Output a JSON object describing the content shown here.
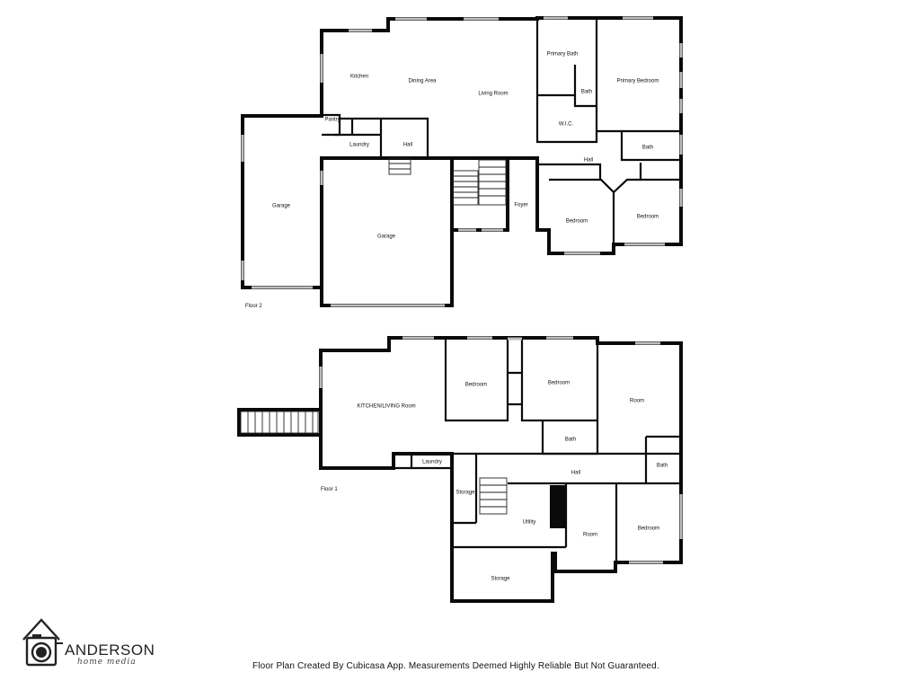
{
  "floor2": {
    "label": "Floor 2",
    "rooms": {
      "kitchen": "Kitchen",
      "dining": "Dining Area",
      "living": "Living Room",
      "primary_bath": "Primary Bath",
      "bath_small": "Bath",
      "primary_bedroom": "Primary Bedroom",
      "pantry": "Pantry",
      "laundry": "Laundry",
      "hall1": "Hall",
      "wic": "W.I.C.",
      "bath2": "Bath",
      "hall2": "Hall",
      "garage_left": "Garage",
      "garage_main": "Garage",
      "foyer": "Foyer",
      "bedroom_a": "Bedroom",
      "bedroom_b": "Bedroom"
    }
  },
  "floor1": {
    "label": "Floor 1",
    "rooms": {
      "kitchen_living": "KITCHEN/LIVING Room",
      "bedroom_a": "Bedroom",
      "bedroom_b": "Bedroom",
      "room_a": "Room",
      "bath_a": "Bath",
      "laundry": "Laundry",
      "hall": "Hall",
      "bath_b": "Bath",
      "storage_a": "Storage",
      "utility": "Utility",
      "room_b": "Room",
      "bedroom_c": "Bedroom",
      "storage_b": "Storage"
    }
  },
  "footer_text": "Floor Plan Created By Cubicasa App. Measurements Deemed Highly Reliable But Not Guaranteed.",
  "brand": {
    "name": "ANDERSON",
    "tagline": "home media",
    "icon": "camera-house-icon"
  }
}
